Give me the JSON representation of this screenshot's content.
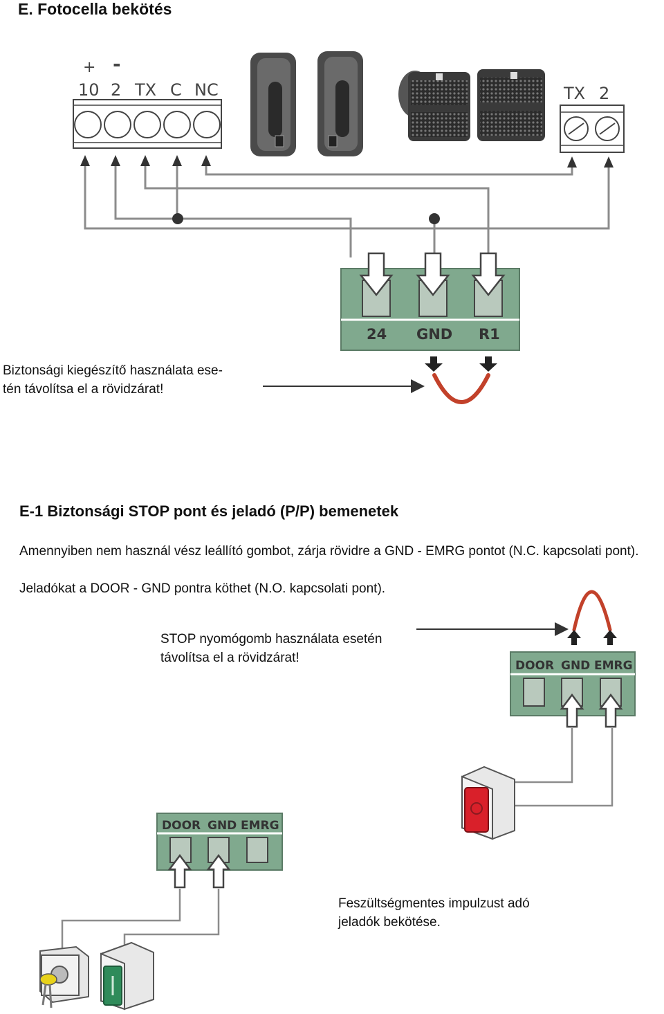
{
  "section_title": "E. Fotocella bekötés",
  "top_terminal": {
    "labels": [
      "10",
      "2",
      "TX",
      "C",
      "NC"
    ],
    "polarity": [
      "+",
      "-"
    ]
  },
  "tx_terminal": {
    "labels": [
      "TX",
      "2"
    ]
  },
  "board1": {
    "labels": [
      "24",
      "GND",
      "R1"
    ]
  },
  "note1": {
    "line1": "Biztonsági kiegészítő használata ese-",
    "line2": "tén távolítsa el a rövidzárat!"
  },
  "subsection_title": "E-1 Biztonsági STOP pont és jeladó (P/P) bemenetek",
  "para1": "Amennyiben nem használ vész leállító gombot, zárja rövidre a GND - EMRG pontot (N.C. kapcsolati pont).",
  "para2": "Jeladókat a DOOR - GND pontra köthet (N.O. kapcsolati pont).",
  "note2": {
    "line1": "STOP nyomógomb használata esetén",
    "line2": "távolítsa el a rövidzárat!"
  },
  "board2": {
    "labels": [
      "DOOR",
      "GND",
      "EMRG"
    ]
  },
  "board3": {
    "labels": [
      "DOOR",
      "GND",
      "EMRG"
    ]
  },
  "note3": {
    "line1": "Feszültségmentes impulzust adó",
    "line2": "jeladók bekötése."
  },
  "colors": {
    "board_green": "#80a98e",
    "jumper_red": "#c2412a",
    "wire_gray": "#8c8c8c",
    "stop_red": "#d9202a",
    "door_green": "#2f8b5a"
  }
}
